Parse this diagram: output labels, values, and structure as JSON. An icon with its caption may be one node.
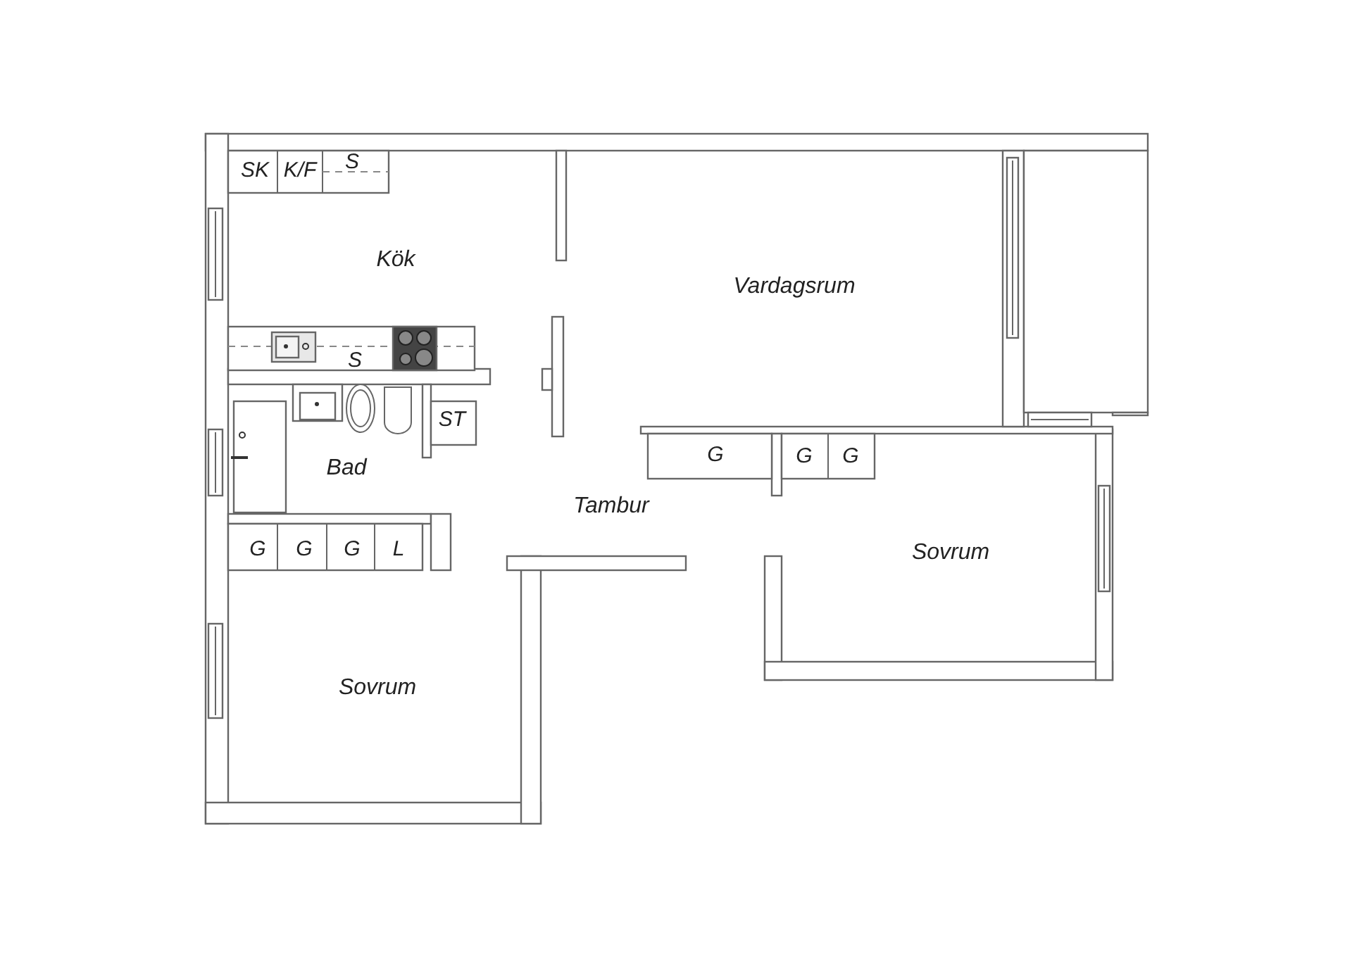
{
  "diagram": {
    "labels": [
      "SK",
      "K/F",
      "S",
      "Kök",
      "Vardagsrum",
      "S",
      "ST",
      "G",
      "G",
      "G",
      "Bad",
      "Tambur",
      "G",
      "G",
      "G",
      "L",
      "Sovrum",
      "Sovrum"
    ]
  }
}
